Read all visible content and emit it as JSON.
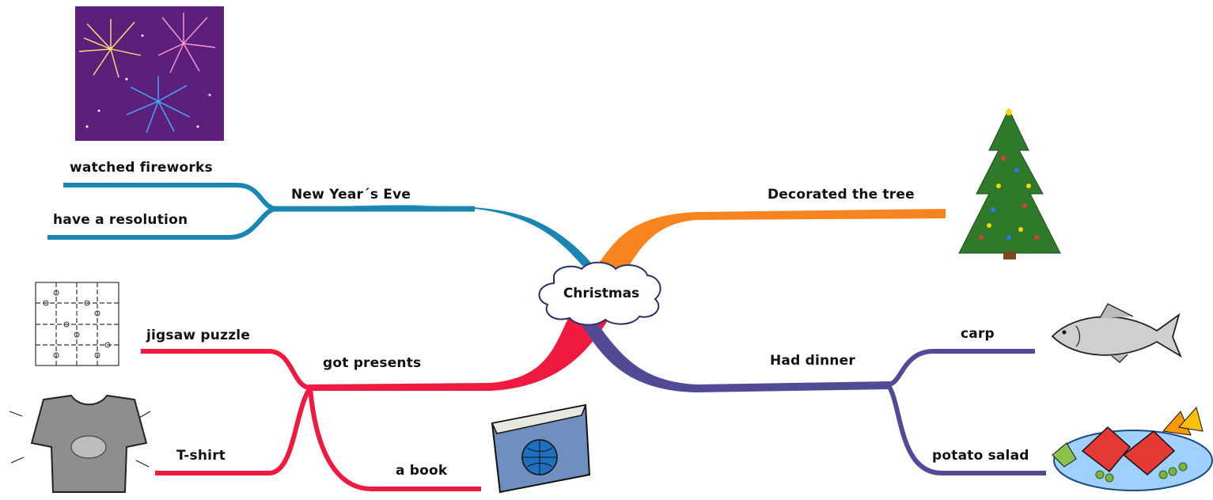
{
  "center": {
    "label": "Christmas"
  },
  "branches": {
    "new_year": {
      "label": "New Year´s Eve",
      "color": "#1b86b4",
      "children": [
        "watched fireworks",
        "have a resolution"
      ]
    },
    "tree": {
      "label": "Decorated the tree",
      "color": "#f7841f",
      "children": []
    },
    "presents": {
      "label": "got presents",
      "color": "#f0193f",
      "children": [
        "jigsaw puzzle",
        "T-shirt",
        "a book"
      ]
    },
    "dinner": {
      "label": "Had dinner",
      "color": "#514a94",
      "children": [
        "carp",
        "potato salad"
      ]
    }
  },
  "images": {
    "fireworks": "fireworks-icon",
    "tree": "christmas-tree-icon",
    "puzzle": "jigsaw-puzzle-icon",
    "tshirt": "t-shirt-icon",
    "book": "book-icon",
    "fish": "fish-icon",
    "salad": "potato-salad-icon"
  }
}
